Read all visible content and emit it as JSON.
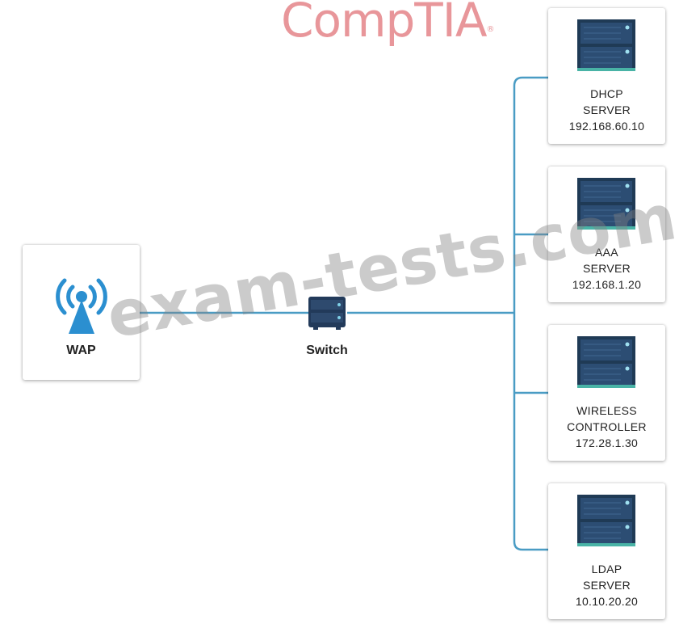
{
  "logo": {
    "text": "CompTIA",
    "mark": "®"
  },
  "watermark": "exam-tests.com",
  "colors": {
    "link": "#4a9cc4",
    "server_dark": "#1f3a55",
    "wap_blue": "#2b8fd0"
  },
  "wap": {
    "label": "WAP",
    "icon": "wireless-antenna-icon"
  },
  "switch": {
    "label": "Switch",
    "icon": "switch-icon"
  },
  "servers": [
    {
      "line1": "DHCP",
      "line2": "SERVER",
      "line3": "192.168.60.10",
      "icon": "server-rack-icon"
    },
    {
      "line1": "AAA",
      "line2": "SERVER",
      "line3": "192.168.1.20",
      "icon": "server-rack-icon"
    },
    {
      "line1": "WIRELESS",
      "line2": "CONTROLLER",
      "line3": "172.28.1.30",
      "icon": "server-rack-icon"
    },
    {
      "line1": "LDAP",
      "line2": "SERVER",
      "line3": "10.10.20.20",
      "icon": "server-rack-icon"
    }
  ]
}
